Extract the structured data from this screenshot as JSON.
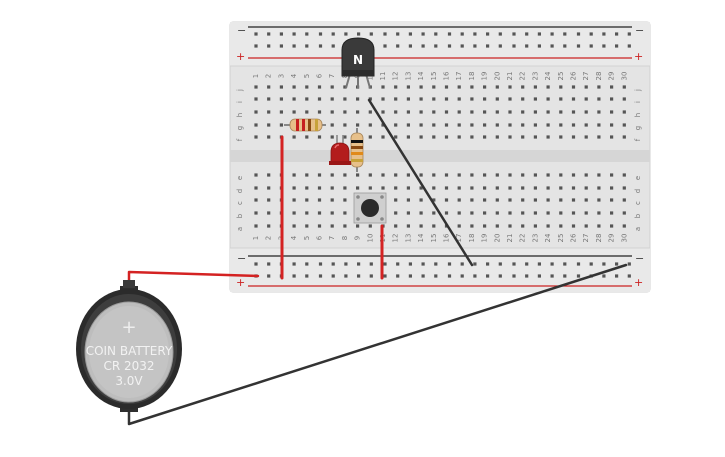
{
  "breadboard": {
    "columns": 30,
    "row_letters_top": [
      "j",
      "i",
      "h",
      "g",
      "f"
    ],
    "row_letters_bottom": [
      "e",
      "d",
      "c",
      "b",
      "a"
    ],
    "rail_minus": "−",
    "rail_plus": "+",
    "rail_minus_color": "#222222",
    "rail_plus_color": "#cc2222"
  },
  "transistor": {
    "label": "N"
  },
  "battery": {
    "symbol": "+",
    "line1": "COIN BATTERY",
    "line2": "CR 2032",
    "line3": "3.0V"
  },
  "colors": {
    "board": "#e6e6e6",
    "wire_red": "#d42222",
    "wire_black": "#333333",
    "led": "#b31c1c"
  }
}
